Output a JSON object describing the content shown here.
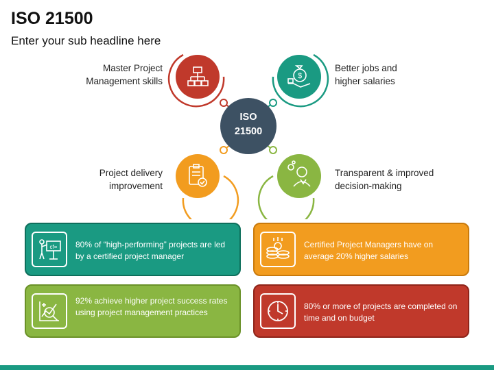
{
  "header": {
    "title": "ISO 21500",
    "subtitle": "Enter your sub headline here"
  },
  "center": {
    "line1": "ISO",
    "line2": "21500",
    "color": "#3d5163"
  },
  "nodes": [
    {
      "label_line1": "Master Project",
      "label_line2": "Management skills",
      "color": "#c0392b",
      "icon": "hierarchy-icon"
    },
    {
      "label_line1": "Better jobs and",
      "label_line2": "higher salaries",
      "color": "#1a9a82",
      "icon": "money-bag-hand-icon"
    },
    {
      "label_line1": "Project delivery",
      "label_line2": "improvement",
      "color": "#f29c1f",
      "icon": "clipboard-check-icon"
    },
    {
      "label_line1": "Transparent & improved",
      "label_line2": "decision-making",
      "color": "#8ab642",
      "icon": "businessman-thinking-icon"
    }
  ],
  "cards": [
    {
      "text": "80% of “high-performing” projects are led by a certified project manager",
      "color": "#1a9a82",
      "icon": "presentation-board-icon"
    },
    {
      "text": "Certified Project Managers have on average 20% higher salaries",
      "color": "#f29c1f",
      "icon": "coins-stack-icon"
    },
    {
      "text": "92% achieve higher project success rates using project management practices",
      "color": "#8ab642",
      "icon": "chart-magnifier-icon"
    },
    {
      "text": "80% or more of projects are completed on time and on budget",
      "color": "#c0392b",
      "icon": "clock-icon"
    }
  ]
}
